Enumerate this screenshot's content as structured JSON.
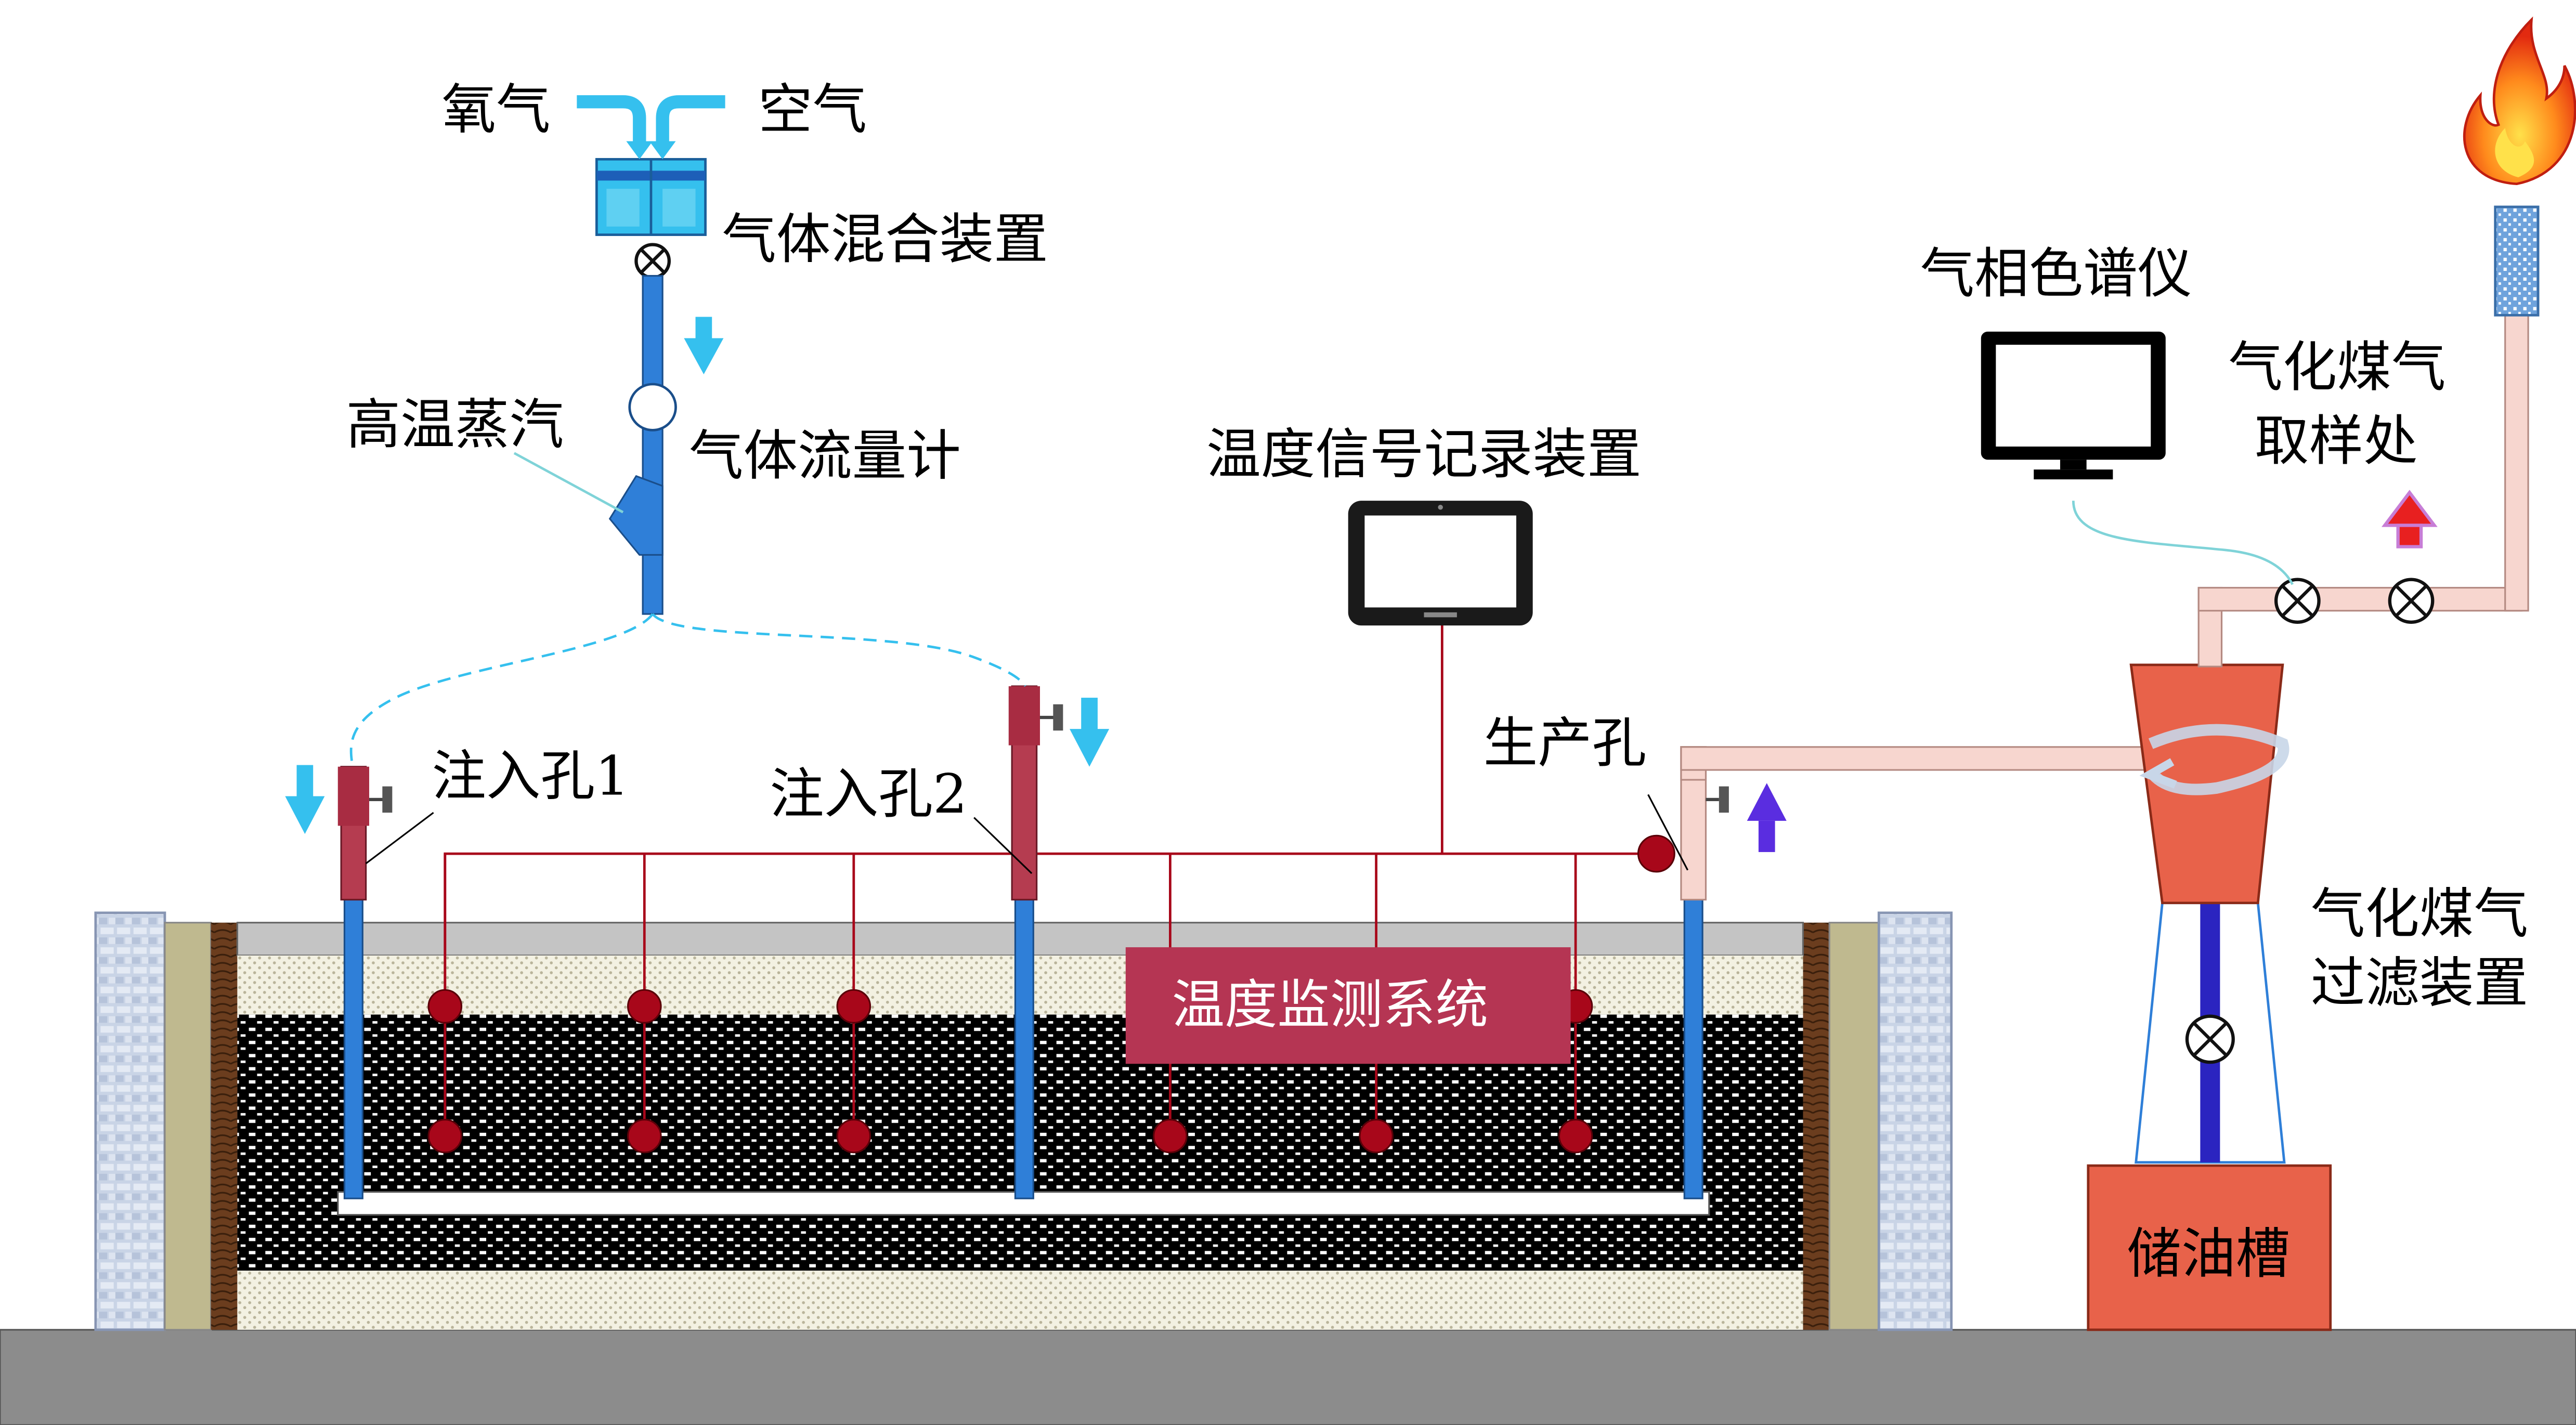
{
  "labels": {
    "oxygen": "氧气",
    "air": "空气",
    "gas_mixer": "气体混合装置",
    "high_temp_steam": "高温蒸汽",
    "gas_flowmeter": "气体流量计",
    "temp_recorder": "温度信号记录装置",
    "gas_chromatograph": "气相色谱仪",
    "syngas_sampling_line1": "气化煤气",
    "syngas_sampling_line2": "取样处",
    "production_well": "生产孔",
    "injection_well_1": "注入孔1",
    "injection_well_2": "注入孔2",
    "temp_monitoring_system": "温度监测系统",
    "syngas_filter_line1": "气化煤气",
    "syngas_filter_line2": "过滤装置",
    "oil_tank": "储油槽"
  },
  "colors": {
    "pipe_blue": "#2f7fd8",
    "flow_arrow_cyan": "#35c0ee",
    "well_red": "#b53c50",
    "sensor_red": "#a8071a",
    "monitor_box": "#b53553",
    "filter_orange": "#e8624a",
    "pipe_pink": "#f7d6cf",
    "ground_gray": "#8c8c8c",
    "up_arrow_purple": "#5a2de0",
    "sample_arrow_red": "#e82020"
  }
}
